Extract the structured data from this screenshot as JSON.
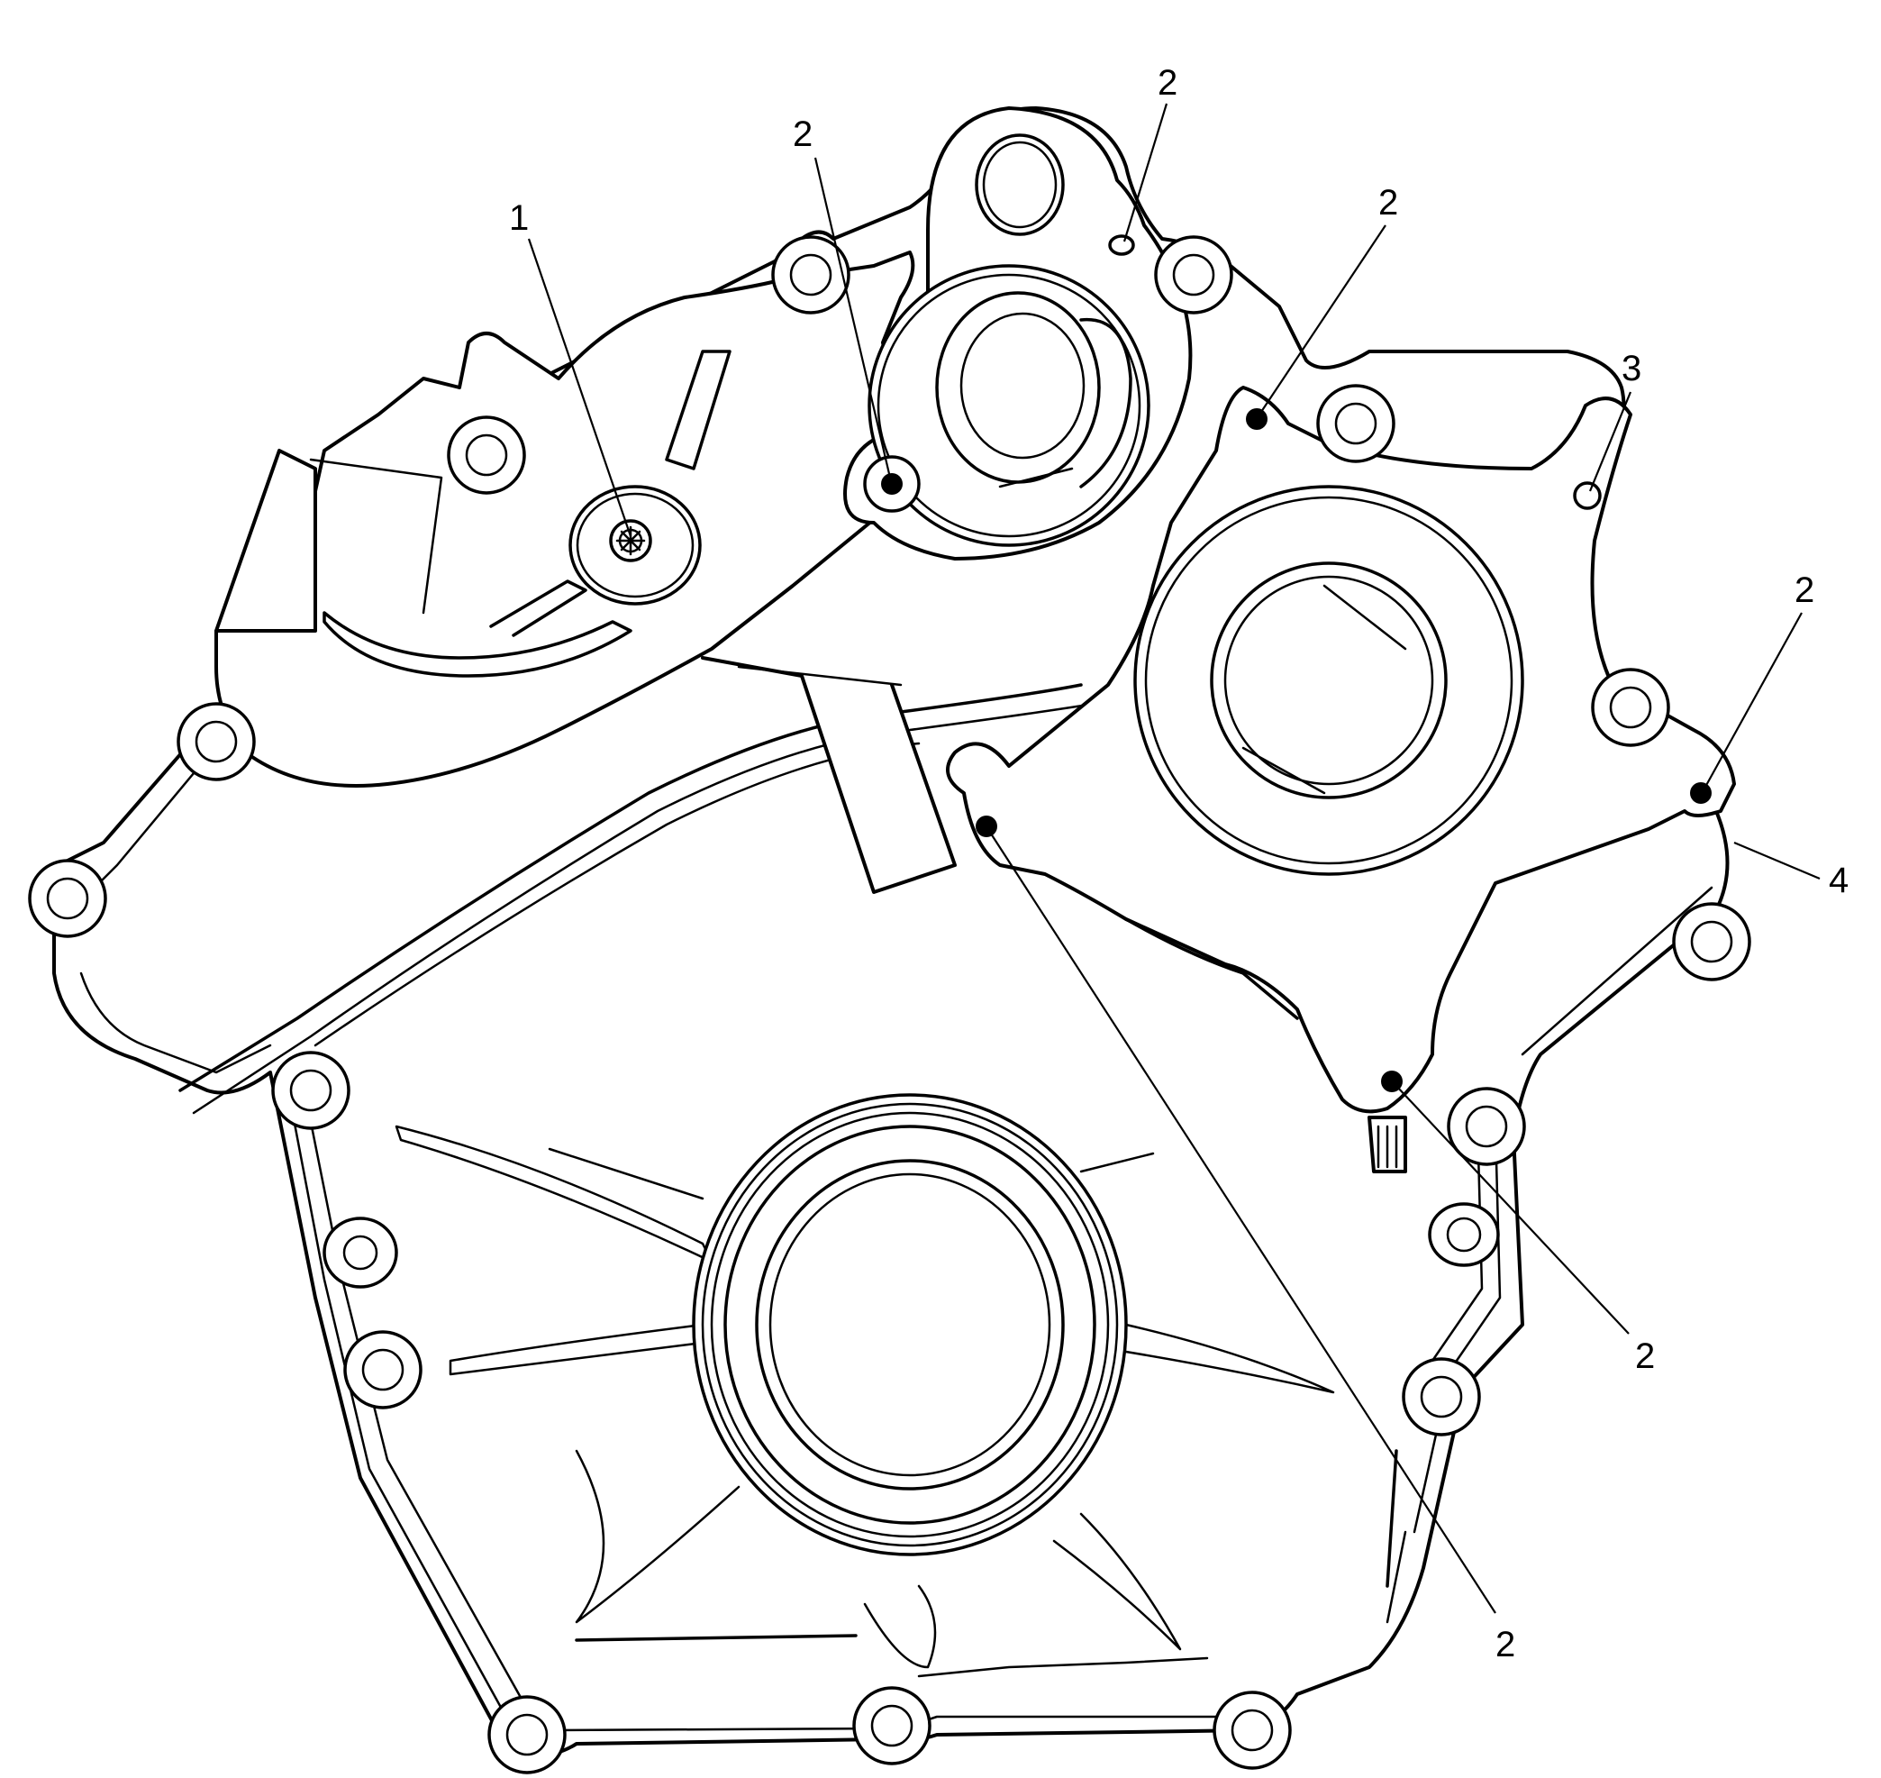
{
  "diagram": {
    "callouts": [
      {
        "id": "c1",
        "label": "1"
      },
      {
        "id": "c2a",
        "label": "2"
      },
      {
        "id": "c2b",
        "label": "2"
      },
      {
        "id": "c2c",
        "label": "2"
      },
      {
        "id": "c3",
        "label": "3"
      },
      {
        "id": "c2d",
        "label": "2"
      },
      {
        "id": "c4",
        "label": "4"
      },
      {
        "id": "c2e",
        "label": "2"
      },
      {
        "id": "c2f",
        "label": "2"
      }
    ]
  }
}
